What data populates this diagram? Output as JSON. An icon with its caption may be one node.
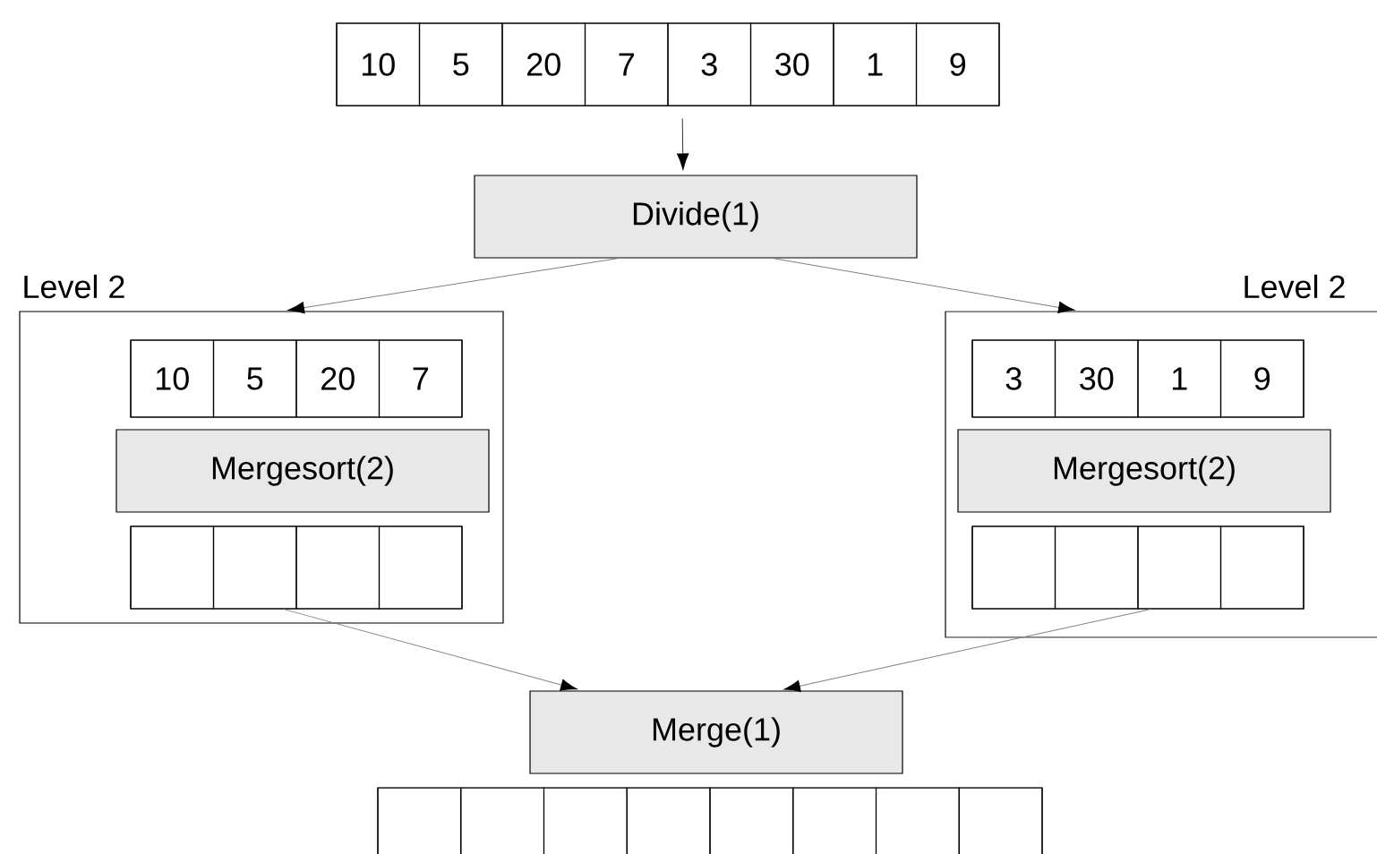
{
  "diagram": {
    "nodes": [
      {
        "text": [],
        "shape": "box"
      },
      {
        "text": [
          "10"
        ],
        "in": 0
      },
      {
        "text": [
          "5"
        ],
        "in": 0
      },
      {
        "text": [
          "20"
        ],
        "in": 0
      },
      {
        "text": [
          "7"
        ],
        "in": 0
      },
      {
        "text": [
          "3"
        ],
        "in": 0
      },
      {
        "text": [
          "30"
        ],
        "in": 0
      },
      {
        "text": [
          "1"
        ],
        "in": 0
      },
      {
        "text": [
          "9"
        ],
        "in": 0
      },
      {
        "text": [
          "Divide(1)"
        ]
      },
      {
        "text": [
          "Level 2"
        ]
      },
      {
        "text": [],
        "shape": "box",
        "in": 10
      },
      {
        "text": [
          "10"
        ],
        "in": 11
      },
      {
        "text": [
          "5"
        ],
        "in": 11
      },
      {
        "text": [
          "20"
        ],
        "in": 11
      },
      {
        "text": [
          "7"
        ],
        "in": 11
      },
      {
        "text": [
          "Mergesort(2)"
        ],
        "in": 10
      },
      {
        "text": [],
        "shape": "box",
        "in": 10
      },
      {
        "text": [],
        "shape": "box",
        "in": 17
      },
      {
        "text": [],
        "shape": "box",
        "in": 17
      },
      {
        "text": [],
        "shape": "box",
        "in": 17
      },
      {
        "text": [],
        "shape": "box",
        "in": 17
      },
      {
        "text": [
          "Level 2"
        ]
      },
      {
        "text": [],
        "shape": "box",
        "in": 22
      },
      {
        "text": [
          "3"
        ],
        "in": 23
      },
      {
        "text": [
          "30"
        ],
        "in": 23
      },
      {
        "text": [
          "1"
        ],
        "in": 23
      },
      {
        "text": [
          "9"
        ],
        "in": 23
      },
      {
        "text": [
          "Mergesort(2)"
        ],
        "in": 22
      },
      {
        "text": [],
        "shape": "box",
        "in": 22
      },
      {
        "text": [],
        "shape": "box",
        "in": 29
      },
      {
        "text": [],
        "shape": "box",
        "in": 29
      },
      {
        "text": [],
        "shape": "box",
        "in": 29
      },
      {
        "text": [],
        "shape": "box",
        "in": 29
      },
      {
        "text": [
          "Merge(1)"
        ]
      },
      {
        "text": [],
        "shape": "box"
      },
      {
        "text": [],
        "shape": "box",
        "in": 35
      },
      {
        "text": [],
        "shape": "box",
        "in": 35
      },
      {
        "text": [],
        "shape": "box",
        "in": 35
      },
      {
        "text": [],
        "shape": "box",
        "in": 35
      },
      {
        "text": [],
        "shape": "box",
        "in": 35
      },
      {
        "text": [],
        "shape": "box",
        "in": 35
      },
      {
        "text": [],
        "shape": "box",
        "in": 35
      },
      {
        "text": [],
        "shape": "box",
        "in": 35
      }
    ],
    "edges": [
      {
        "from": 0,
        "to": 9,
        "arrow": "to",
        "color": "#333333"
      },
      {
        "from": 9,
        "to": 10,
        "arrow": "to"
      },
      {
        "from": 9,
        "to": 22,
        "arrow": "to"
      },
      {
        "from": 17,
        "to": 34,
        "arrow": "to"
      },
      {
        "from": 29,
        "to": 34,
        "arrow": "to"
      }
    ]
  }
}
